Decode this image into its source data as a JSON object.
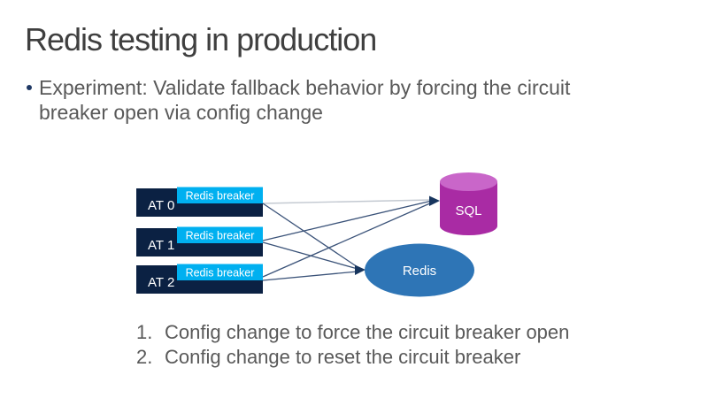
{
  "slide": {
    "title": "Redis testing in production",
    "bullet": {
      "lines": [
        "Experiment: Validate fallback behavior by forcing the circuit",
        "breaker open via config change"
      ]
    },
    "steps": [
      {
        "number": "1.",
        "text": "Config change to force the circuit breaker open"
      },
      {
        "number": "2.",
        "text": "Config change to reset the circuit breaker"
      }
    ]
  },
  "diagram": {
    "app_nodes": [
      {
        "label": "AT 0",
        "breaker": "Redis breaker"
      },
      {
        "label": "AT 1",
        "breaker": "Redis breaker"
      },
      {
        "label": "AT 2",
        "breaker": "Redis breaker"
      }
    ],
    "sql": {
      "label": "SQL"
    },
    "redis": {
      "label": "Redis"
    },
    "colors": {
      "app_box": "#0B2143",
      "breaker_box": "#00B0F0",
      "sql_body": "#A92BA4",
      "sql_top": "#C966C9",
      "redis_ellipse": "#2E75B6",
      "connector": "#3B5379",
      "connector_light": "#C3C9D1",
      "arrowhead": "#17355E",
      "title_text": "#3F3F3F",
      "body_text": "#595959",
      "bullet_dot": "#1F3864"
    }
  }
}
